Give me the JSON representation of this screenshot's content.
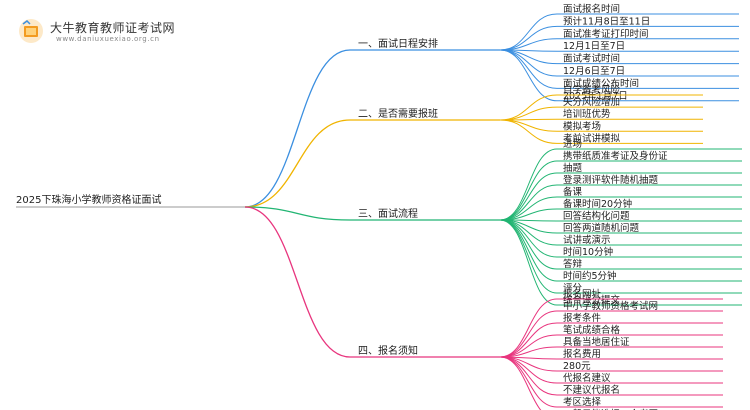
{
  "logo": {
    "title": "大牛教育教师证考试网",
    "url": "www.daniuxuexiao.org.cn"
  },
  "colors": {
    "branch1": "#3b8fe0",
    "branch2": "#f0b400",
    "branch3": "#22b573",
    "branch4": "#e8357e",
    "root_line": "#999999",
    "text": "#222222"
  },
  "root": "2025下珠海小学教师资格证面试",
  "branches": [
    {
      "title": "一、面试日程安排",
      "color": "#3b8fe0",
      "items": [
        "面试报名时间",
        "预计11月8日至11日",
        "面试准考证打印时间",
        "12月1日至7日",
        "面试考试时间",
        "12月6日至7日",
        "面试成绩公布时间",
        "2025年1月7日"
      ]
    },
    {
      "title": "二、是否需要报班",
      "color": "#f0b400",
      "items": [
        "自学备考风险",
        "失分风险增加",
        "培训班优势",
        "模拟考场",
        "考前试讲模拟"
      ]
    },
    {
      "title": "三、面试流程",
      "color": "#22b573",
      "items": [
        "进场",
        "携带纸质准考证及身份证",
        "抽题",
        "登录测评软件随机抽题",
        "备课",
        "备课时间20分钟",
        "回答结构化问题",
        "回答两道随机问题",
        "试讲或演示",
        "时间10分钟",
        "答辩",
        "时间约5分钟",
        "评分",
        "综合评分提交"
      ]
    },
    {
      "title": "四、报名须知",
      "color": "#e8357e",
      "items": [
        "报名网址",
        "中小学教师资格考试网",
        "报考条件",
        "笔试成绩合格",
        "具备当地居住证",
        "报名费用",
        "280元",
        "代报名建议",
        "不建议代报名",
        "考区选择",
        "一般只能选择一个考区"
      ]
    }
  ]
}
